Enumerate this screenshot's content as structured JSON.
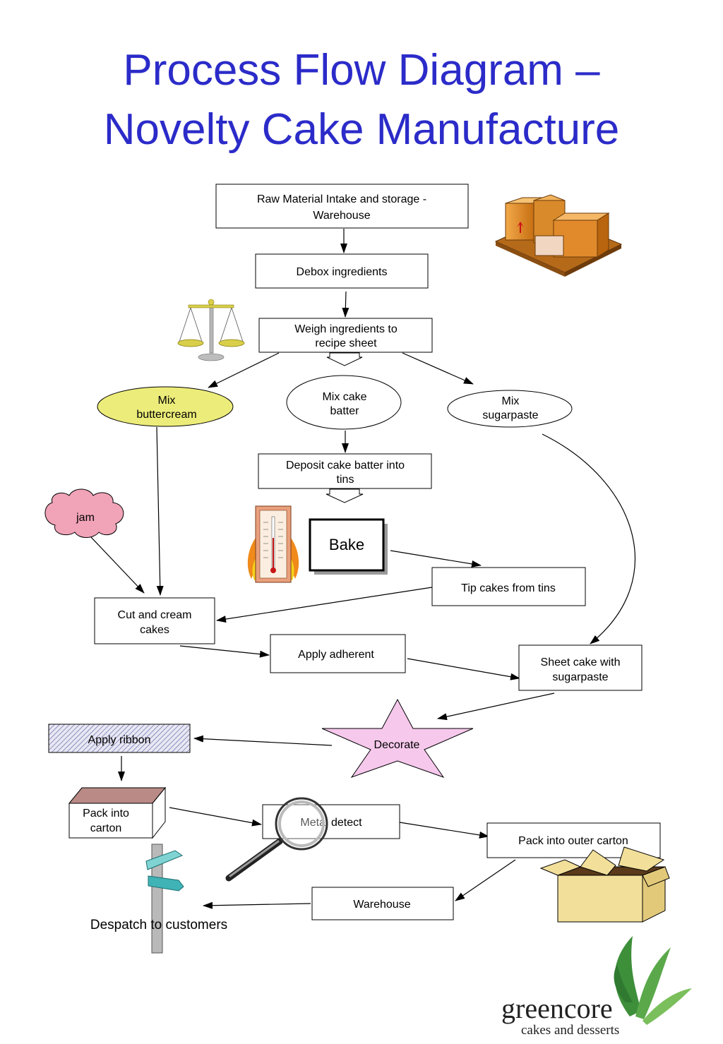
{
  "title": {
    "line1": "Process Flow Diagram –",
    "line2": "Novelty Cake Manufacture"
  },
  "nodes": {
    "raw_material": {
      "line1": "Raw Material Intake and storage -",
      "line2": "Warehouse"
    },
    "debox": {
      "line1": "Debox ingredients"
    },
    "weigh": {
      "line1": "Weigh ingredients to",
      "line2": "recipe sheet"
    },
    "mix_buttercream": {
      "line1": "Mix",
      "line2": "buttercream"
    },
    "mix_cake_batter": {
      "line1": "Mix cake",
      "line2": "batter"
    },
    "mix_sugarpaste": {
      "line1": "Mix",
      "line2": "sugarpaste"
    },
    "deposit": {
      "line1": "Deposit cake batter into",
      "line2": "tins"
    },
    "jam": {
      "line1": "jam"
    },
    "bake": {
      "line1": "Bake"
    },
    "tip_cakes": {
      "line1": "Tip cakes from tins"
    },
    "cut_cream": {
      "line1": "Cut and cream",
      "line2": "cakes"
    },
    "apply_adherent": {
      "line1": "Apply adherent"
    },
    "sheet_cake": {
      "line1": "Sheet cake with",
      "line2": "sugarpaste"
    },
    "decorate": {
      "line1": "Decorate"
    },
    "apply_ribbon": {
      "line1": "Apply ribbon"
    },
    "pack_carton": {
      "line1": "Pack into",
      "line2": "carton"
    },
    "metal_detect": {
      "line1": "Metal detect"
    },
    "pack_outer": {
      "line1": "Pack into outer carton"
    },
    "warehouse": {
      "line1": "Warehouse"
    },
    "despatch": {
      "line1": "Despatch to customers"
    }
  },
  "logo": {
    "name": "greencore",
    "tagline": "cakes and desserts"
  },
  "colors": {
    "title": "#2b2bc9",
    "buttercream_fill": "#ecec7a",
    "jam_fill": "#f1a3b8",
    "decorate_fill": "#f6c8ec",
    "logo_green": "#3d8f3a"
  },
  "icons": [
    "boxes-on-pallet-icon",
    "balance-scale-icon",
    "thermometer-flame-icon",
    "magnifying-glass-icon",
    "signpost-icon",
    "open-box-icon",
    "leaf-logo-icon"
  ]
}
